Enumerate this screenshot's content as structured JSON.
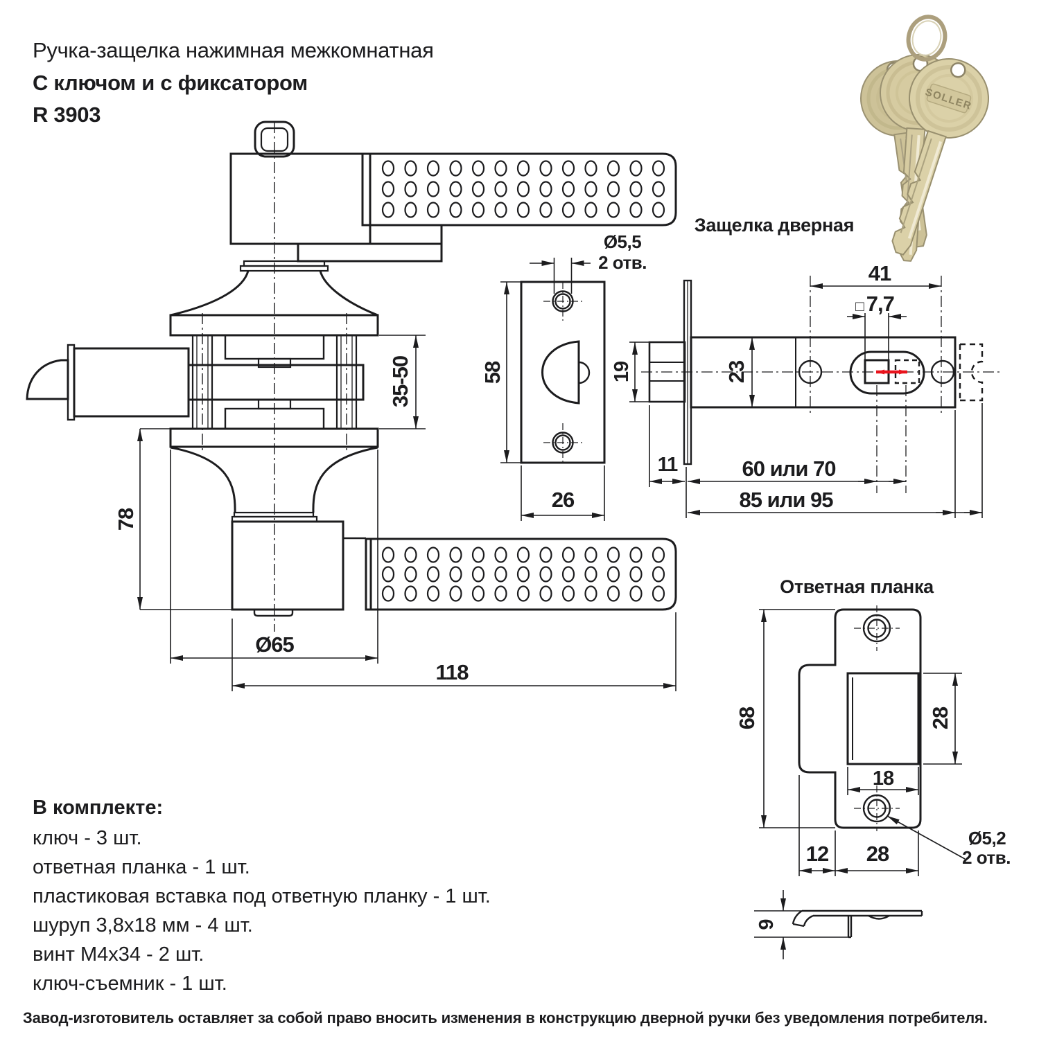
{
  "header": {
    "title": "Ручка-защелка нажимная межкомнатная",
    "subtitle": "С ключом и с фиксатором",
    "model": "R 3903"
  },
  "labels": {
    "latch": "Защелка дверная",
    "strike": "Ответная планка",
    "keys_brand": "SOLLER"
  },
  "dims": {
    "handle": {
      "door_thickness": "35-50",
      "base_height": "78",
      "rose_diameter": "Ø65",
      "lever_length": "118"
    },
    "faceplate": {
      "height": "58",
      "width": "26",
      "holes_dia": "Ø5,5",
      "holes_count": "2 отв."
    },
    "latch": {
      "centers": "41",
      "square_symbol": "□",
      "square_size": "7,7",
      "bolt_height": "19",
      "body_height": "23",
      "bolt_protrusion": "11",
      "backset": "60 или 70",
      "length": "85 или 95"
    },
    "strike": {
      "height": "68",
      "opening_height": "28",
      "opening_width": "18",
      "tab_width": "12",
      "width": "28",
      "holes_dia": "Ø5,2",
      "holes_count": "2 отв.",
      "lip_depth": "9"
    }
  },
  "kit": {
    "heading": "В комплекте:",
    "items": [
      "ключ - 3 шт.",
      "ответная планка - 1 шт.",
      "пластиковая вставка под ответную планку - 1 шт.",
      "шуруп 3,8х18 мм - 4 шт.",
      "винт М4х34 - 2 шт.",
      "ключ-съемник - 1 шт."
    ]
  },
  "footer": {
    "disclaimer": "Завод-изготовитель оставляет за собой право вносить изменения в конструкцию дверной ручки без уведомления потребителя."
  },
  "colors": {
    "line": "#1c1c1e",
    "accent_red": "#e9141d",
    "key_brass": "#d3c89e"
  }
}
